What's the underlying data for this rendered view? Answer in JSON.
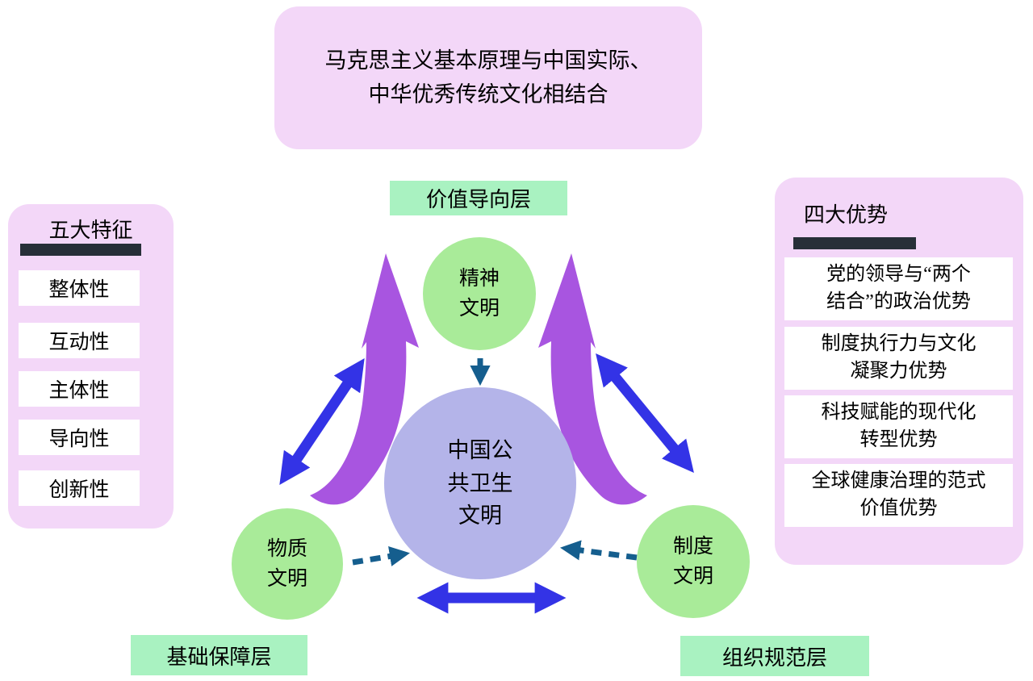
{
  "colors": {
    "panel_pink": "#f3d7f8",
    "box_white": "#ffffff",
    "circle_green": "#a9eb99",
    "label_mint": "#a9f2c1",
    "center_lavender": "#b4b4e9",
    "arrow_purple": "#a855e0",
    "arrow_blue": "#3333e6",
    "arrow_dashed": "#155e8e",
    "bar_dark": "#272f38",
    "text_black": "#000000"
  },
  "top_box": {
    "text": "马克思主义基本原理与中国实际、\n中华优秀传统文化相结合"
  },
  "left_panel": {
    "title": "五大特征",
    "items": [
      "整体性",
      "互动性",
      "主体性",
      "导向性",
      "创新性"
    ]
  },
  "right_panel": {
    "title": "四大优势",
    "items": [
      "党的领导与“两个\n结合”的政治优势",
      "制度执行力与文化\n凝聚力优势",
      "科技赋能的现代化\n转型优势",
      "全球健康治理的范式\n价值优势"
    ]
  },
  "layers": {
    "top": "价值导向层",
    "bottom_left": "基础保障层",
    "bottom_right": "组织规范层"
  },
  "circles": {
    "center": "中国公\n共卫生\n文明",
    "spirit": "精神\n文明",
    "material": "物质\n文明",
    "institution": "制度\n文明"
  }
}
